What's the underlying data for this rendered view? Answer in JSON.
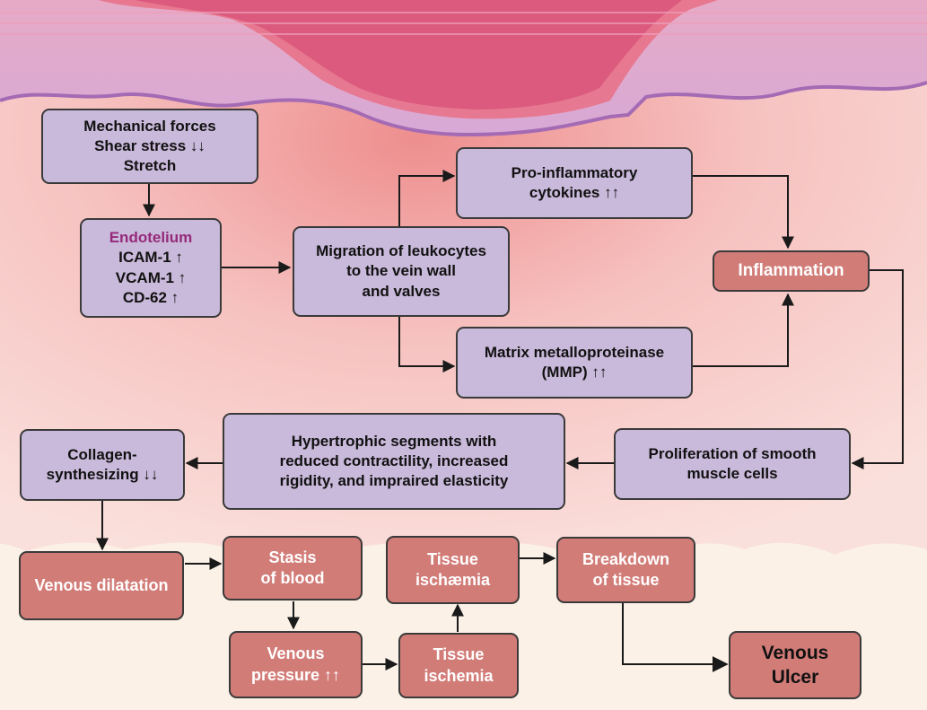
{
  "colors": {
    "purple_box": "#c9b9da",
    "red_box": "#d27c78",
    "endothelium_title": "#962a7a",
    "arrow": "#1a1a1a"
  },
  "nodes": {
    "mechanical": {
      "lines": [
        "Mechanical forces",
        "Shear stress ↓↓",
        "Stretch"
      ]
    },
    "endothelium": {
      "title": "Endotelium",
      "lines": [
        "ICAM-1 ↑",
        "VCAM-1 ↑",
        "CD-62 ↑"
      ]
    },
    "migration": {
      "lines": [
        "Migration of leukocytes",
        "to the vein wall",
        "and valves"
      ]
    },
    "cytokines": {
      "lines": [
        "Pro-inflammatory",
        "cytokines ↑↑"
      ]
    },
    "mmp": {
      "lines": [
        "Matrix metalloproteinase",
        "(MMP) ↑↑"
      ]
    },
    "inflammation": {
      "lines": [
        "Inflammation"
      ]
    },
    "proliferation": {
      "lines": [
        "Proliferation of smooth",
        "muscle cells"
      ]
    },
    "hypertrophic": {
      "lines": [
        "Hypertrophic segments with",
        "reduced contractility, increased",
        "rigidity, and impraired elasticity"
      ]
    },
    "collagen": {
      "lines": [
        "Collagen-",
        "synthesizing ↓↓"
      ]
    },
    "venous_dilatation": {
      "lines": [
        "Venous dilatation"
      ]
    },
    "stasis": {
      "lines": [
        "Stasis",
        "of blood"
      ]
    },
    "venous_pressure": {
      "lines": [
        "Venous",
        "pressure ↑↑"
      ]
    },
    "tissue_ischemia": {
      "lines": [
        "Tissue",
        "ischemia"
      ]
    },
    "tissue_ischaemia": {
      "lines": [
        "Tissue",
        "ischæmia"
      ]
    },
    "breakdown": {
      "lines": [
        "Breakdown",
        "of tissue"
      ]
    },
    "venous_ulcer": {
      "lines": [
        "Venous",
        "Ulcer"
      ]
    }
  }
}
